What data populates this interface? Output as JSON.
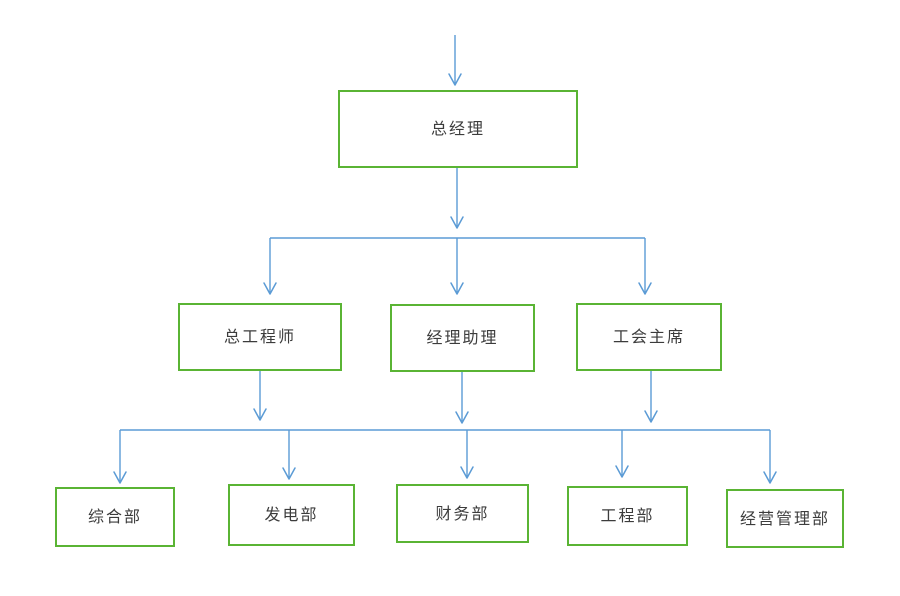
{
  "diagram": {
    "type": "org-chart",
    "language": "zh-CN",
    "nodes": [
      {
        "id": "gm",
        "label": "总经理",
        "level": 1,
        "role_en": "general-manager"
      },
      {
        "id": "ce",
        "label": "总工程师",
        "level": 2,
        "role_en": "chief-engineer"
      },
      {
        "id": "ma",
        "label": "经理助理",
        "level": 2,
        "role_en": "manager-assistant"
      },
      {
        "id": "uc",
        "label": "工会主席",
        "level": 2,
        "role_en": "union-chairman"
      },
      {
        "id": "d1",
        "label": "综合部",
        "level": 3,
        "role_en": "general-affairs-dept"
      },
      {
        "id": "d2",
        "label": "发电部",
        "level": 3,
        "role_en": "power-generation-dept"
      },
      {
        "id": "d3",
        "label": "财务部",
        "level": 3,
        "role_en": "finance-dept"
      },
      {
        "id": "d4",
        "label": "工程部",
        "level": 3,
        "role_en": "engineering-dept"
      },
      {
        "id": "d5",
        "label": "经营管理部",
        "level": 3,
        "role_en": "operation-management-dept"
      }
    ],
    "edges": [
      {
        "from": "top-entry",
        "to": "gm",
        "style": "arrow"
      },
      {
        "from": "gm",
        "to": [
          "ce",
          "ma",
          "uc"
        ],
        "style": "horizontal-bus-with-arrows"
      },
      {
        "from": [
          "ce",
          "ma",
          "uc"
        ],
        "to": [
          "d1",
          "d2",
          "d3",
          "d4",
          "d5"
        ],
        "style": "shared-horizontal-bus-with-arrows"
      }
    ],
    "colors": {
      "node_border": "#5ab434",
      "node_fill": "#ffffff",
      "connector": "#5b9bd5",
      "text": "#3c3c3c",
      "background": "#ffffff"
    }
  }
}
